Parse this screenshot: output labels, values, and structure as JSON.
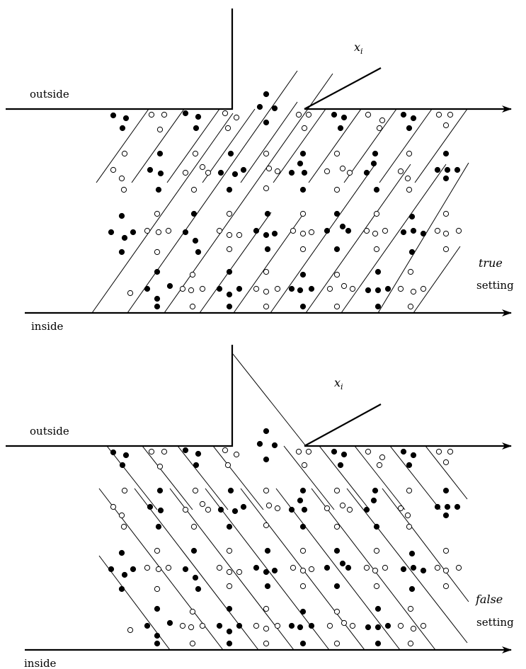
{
  "panels": [
    {
      "outside_label": "outside",
      "inside_label": "inside",
      "variable_label": "x",
      "variable_subscript": "i",
      "mode_label": "true",
      "setting_label": "setting",
      "line_slant": "right"
    },
    {
      "outside_label": "outside",
      "inside_label": "inside",
      "variable_label": "x",
      "variable_subscript": "i",
      "mode_label": "false",
      "setting_label": "setting",
      "line_slant": "left"
    }
  ],
  "colors": {
    "ink": "#000000",
    "open_dot_fill": "#ffffff",
    "filled_dot": "#000000"
  }
}
